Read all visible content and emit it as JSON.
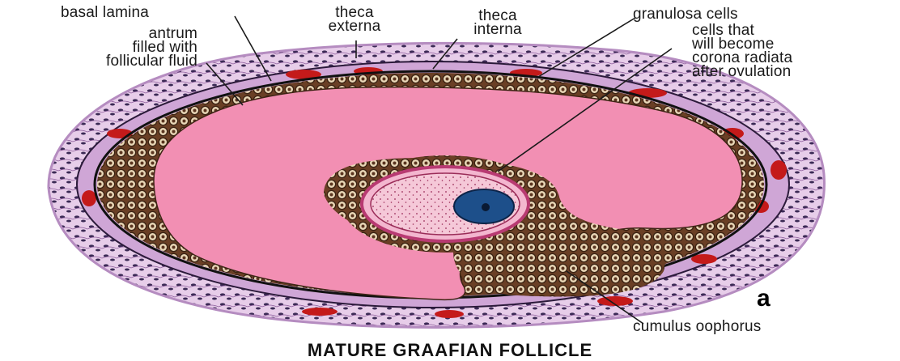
{
  "diagram": {
    "title": "MATURE GRAAFIAN FOLLICLE",
    "panel_letter": "a",
    "labels": {
      "basal_lamina": "basal lamina",
      "theca_externa": "theca\nexterna",
      "theca_interna": "theca\ninterna",
      "granulosa_cells": "granulosa cells",
      "corona_radiata": "cells that\nwill become\ncorona radiata\nafter ovulation",
      "antrum": "antrum\nfilled with\nfollicular fluid",
      "cumulus_oophorus": "cumulus oophorus"
    },
    "colors": {
      "antrum_fluid": "#f28fb3",
      "granulosa_cell": "#7a4a2c",
      "theca_tissue": "#d6b5dc",
      "blood_vessel": "#c41a1a",
      "oocyte_cytoplasm": "#f5c8d8",
      "nucleus": "#1d4f8a",
      "zona_pellucida": "#b83a72"
    }
  }
}
